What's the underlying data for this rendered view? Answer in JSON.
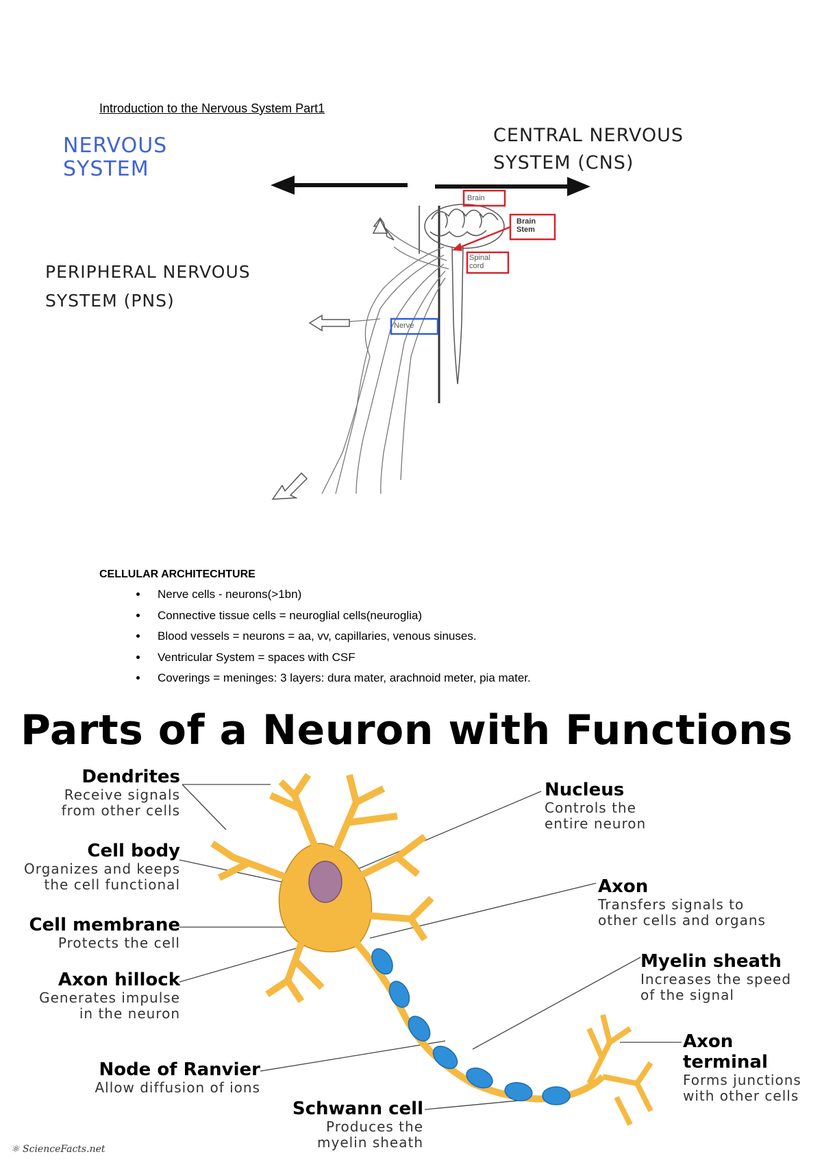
{
  "doc_title": "Introduction to the Nervous System Part1",
  "nervous_system": {
    "title_line1": "NERVOUS",
    "title_line2": "SYSTEM",
    "cns_line1": "CENTRAL NERVOUS",
    "cns_line2": "SYSTEM (CNS)",
    "pns_line1": "PERIPHERAL NERVOUS",
    "pns_line2": "SYSTEM (PNS)",
    "box_brain": "Brain",
    "box_brain_stem_1": "Brain",
    "box_brain_stem_2": "Stem",
    "box_spinal_1": "Spinal",
    "box_spinal_2": "cord",
    "box_nerve": "Nerve",
    "colors": {
      "blue": "#3f62d6",
      "red": "#d8232a",
      "box_blue": "#2f5fd8"
    }
  },
  "cellular": {
    "heading": "CELLULAR ARCHITECHTURE",
    "items": [
      "Nerve cells - neurons(>1bn)",
      "Connective tissue cells = neuroglial cells(neuroglia)",
      "Blood vessels = neurons = aa, vv, capillaries, venous sinuses.",
      "Ventricular System = spaces with CSF",
      "Coverings = meninges: 3 layers: dura mater, arachnoid meter, pia mater."
    ]
  },
  "neuron": {
    "title": "Parts of a Neuron with Functions",
    "dendrites": {
      "name": "Dendrites",
      "d1": "Receive signals",
      "d2": "from other cells"
    },
    "cell_body": {
      "name": "Cell body",
      "d1": "Organizes and keeps",
      "d2": "the cell functional"
    },
    "cell_membrane": {
      "name": "Cell membrane",
      "d1": "Protects the cell"
    },
    "axon_hillock": {
      "name": "Axon hillock",
      "d1": "Generates impulse",
      "d2": "in the neuron"
    },
    "node_ranvier": {
      "name": "Node of Ranvier",
      "d1": "Allow diffusion of ions"
    },
    "schwann": {
      "name": "Schwann cell",
      "d1": "Produces the",
      "d2": "myelin sheath"
    },
    "nucleus": {
      "name": "Nucleus",
      "d1": "Controls the",
      "d2": "entire neuron"
    },
    "axon": {
      "name": "Axon",
      "d1": "Transfers signals to",
      "d2": "other cells and organs"
    },
    "myelin": {
      "name": "Myelin sheath",
      "d1": "Increases the speed",
      "d2": "of the signal"
    },
    "axon_terminal": {
      "name1": "Axon",
      "name2": "terminal",
      "d1": "Forms junctions",
      "d2": "with other cells"
    },
    "logo": "ScienceFacts.net",
    "colors": {
      "cell": "#f5b942",
      "nucleus": "#a67b9b",
      "myelin": "#2f8fd8"
    }
  }
}
